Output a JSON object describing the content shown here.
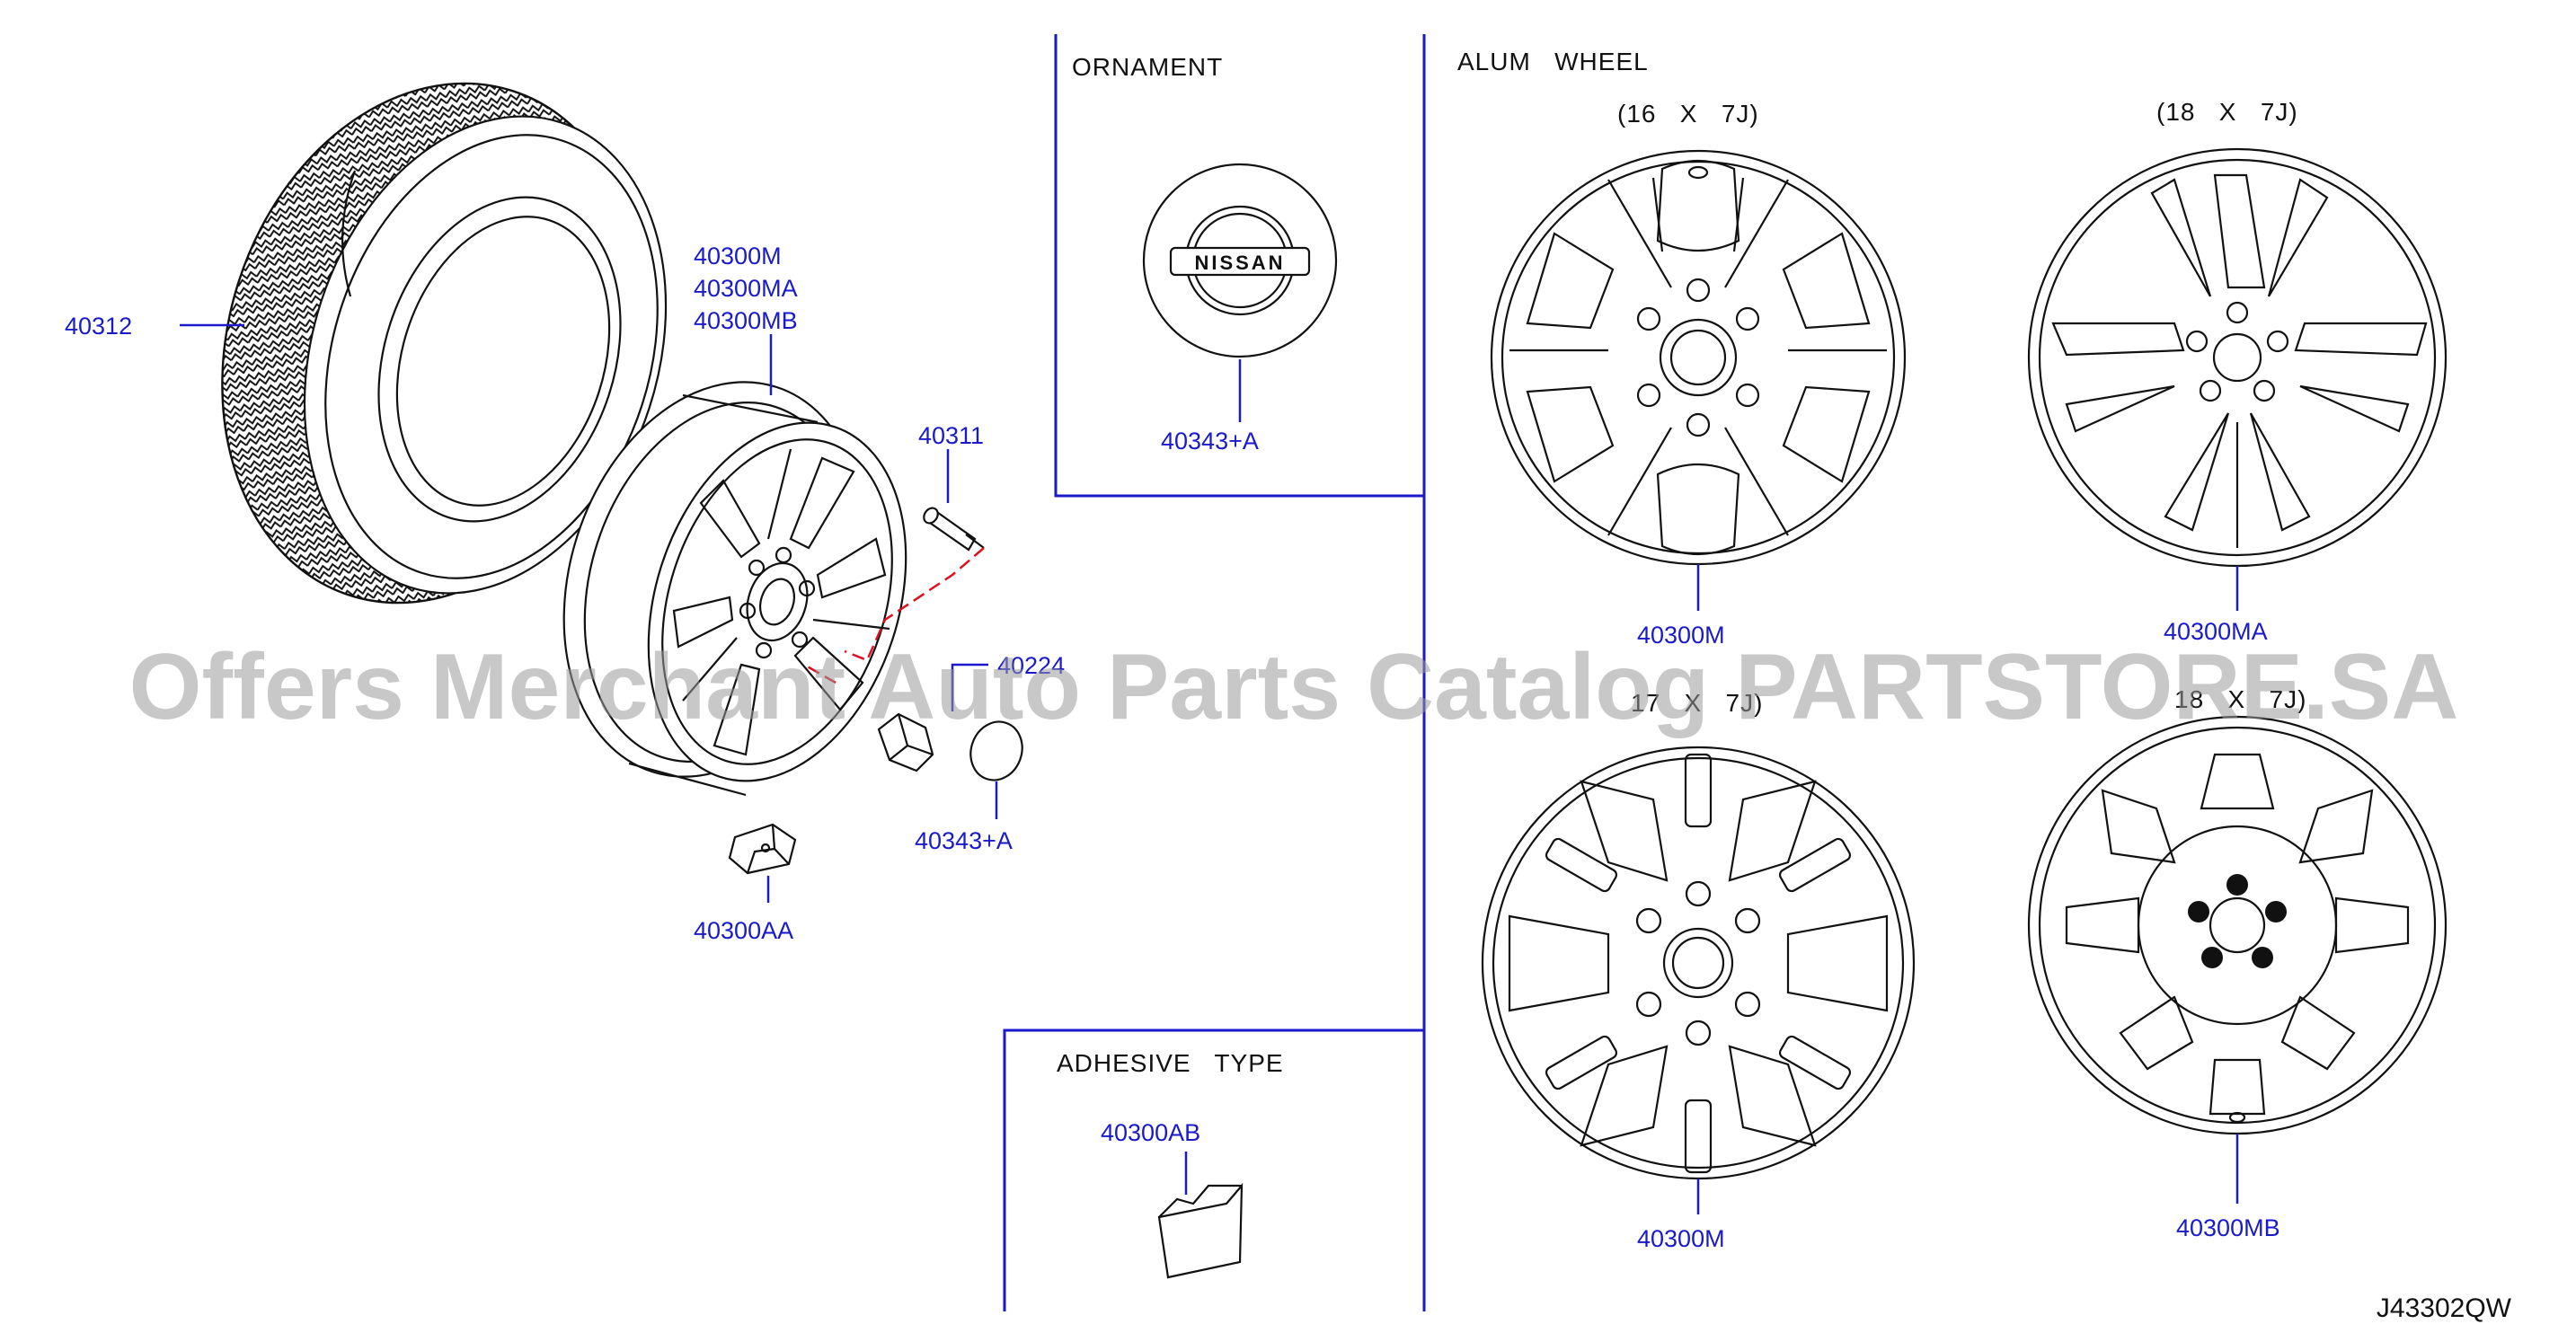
{
  "sections": {
    "ornament": "ORNAMENT",
    "alum_wheel": "ALUM   WHEEL",
    "adhesive_type": "ADHESIVE   TYPE"
  },
  "sizes": {
    "w16": "(16   X   7J)",
    "w18": "(18   X   7J)",
    "w17": "17   X   7J)",
    "w18b": "18   X   7J)"
  },
  "parts": {
    "p40312": "40312",
    "p40300m_a": "40300M",
    "p40300ma_a": "40300MA",
    "p40300mb_a": "40300MB",
    "p40311": "40311",
    "p40224": "40224",
    "p40343a_main": "40343+A",
    "p40300aa": "40300AA",
    "p40343a_ornament": "40343+A",
    "p40300ab": "40300AB",
    "p40300m_16": "40300M",
    "p40300ma_18": "40300MA",
    "p40300m_17": "40300M",
    "p40300mb_18": "40300MB"
  },
  "emblem_text": "NISSAN",
  "diagram_code": "J43302QW",
  "watermark": "Offers Merchant Auto Parts Catalog PARTSTORE.SA"
}
